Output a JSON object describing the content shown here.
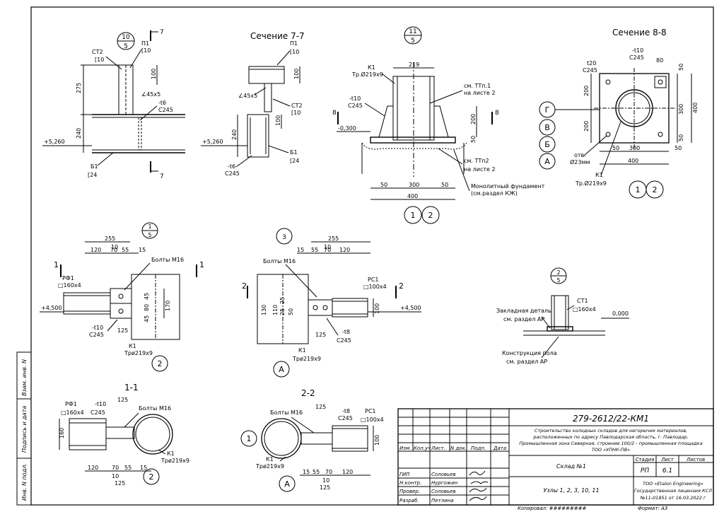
{
  "sections": {
    "s77_title": "Сечение 7-7",
    "s88_title": "Сечение 8-8",
    "s11_title": "1-1",
    "s22_title": "2-2"
  },
  "node10": {
    "num": "10",
    "sheet": "5",
    "ct2": "СТ2",
    "ct2b": "[10",
    "p1": "П1",
    "p1b": "[10",
    "d100": "100",
    "d275": "275",
    "d240": "240",
    "angle": "∠45х5",
    "plate": "-t6",
    "c245": "С245",
    "elev": "+5,260",
    "b1": "Б1",
    "b1b": "[24",
    "cut": "7"
  },
  "s77": {
    "p1": "П1",
    "p1b": "[10",
    "d100": "100",
    "angle": "∠45х5",
    "ct2": "СТ2",
    "ct2b": "[10",
    "d100b": "100",
    "d240": "240",
    "elev": "+5,260",
    "plate": "-t6",
    "c245": "С245",
    "b1": "Б1",
    "b1b": "[24"
  },
  "node11": {
    "num": "11",
    "sheet": "5",
    "k1": "К1",
    "k1b": "Тр.Ø219х9",
    "d219": "219",
    "tt1": "см. ТТп.1",
    "tt1b": "на листе 2",
    "rib": "-t10",
    "c245": "С245",
    "elev": "-0,300",
    "cut": "8",
    "d200": "200",
    "d50": "50",
    "tt2": "см. ТТп2",
    "tt2b": "на листе 2",
    "found": "Монолитный фундамент",
    "foundb": "(см.раздел КЖ)",
    "d50a": "50",
    "d300": "300",
    "d50b": "50",
    "d400": "400",
    "ax1": "1",
    "ax2": "2"
  },
  "s88": {
    "t20": "t20",
    "c245a": "С245",
    "t10": "-t10",
    "c245b": "С245",
    "d80": "80",
    "d50a": "50",
    "d200a": "200",
    "d300": "300",
    "d400": "400",
    "d200b": "200",
    "d50b": "50",
    "axG": "Г",
    "axV": "В",
    "axB": "Б",
    "axA": "А",
    "hole": "отв.",
    "holeb": "Ø23мм",
    "w50": "50",
    "w300": "300",
    "w50b": "50",
    "w400": "400",
    "k1": "К1",
    "k1b": "Тр.Ø219х9",
    "ax1": "1",
    "ax2": "2"
  },
  "node1": {
    "num": "1",
    "sheet": "5",
    "d255": "255",
    "d10": "10",
    "d120": "120",
    "d70": "70",
    "d55": "55",
    "d15": "15",
    "bolts": "Болты М16",
    "cut": "1",
    "rf1": "РФ1",
    "rf1b": "□160х4",
    "d45a": "45",
    "d80": "80",
    "d45b": "45",
    "d170": "170",
    "elev": "+4,500",
    "rib": "-t10",
    "c245": "С245",
    "d125": "125",
    "k1": "К1",
    "k1b": "Трø219х9",
    "ax": "2"
  },
  "node3": {
    "num": "3",
    "d255": "255",
    "d10": "10",
    "d15": "15",
    "d55": "55",
    "d70": "70",
    "d120": "120",
    "bolts": "Болты М16",
    "rc1": "РС1",
    "rc1b": "□100х4",
    "cut": "2",
    "d130": "130",
    "d110": "110",
    "d25a": "25",
    "d25b": "25",
    "d50": "50",
    "d100": "100",
    "elev": "+4,500",
    "d125": "125",
    "rib": "-t8",
    "c245": "С245",
    "k1": "К1",
    "k1b": "Трø219х9",
    "ax": "А"
  },
  "node2": {
    "num": "2",
    "sheet": "5",
    "ct1": "СТ1",
    "ct1b": "□160х4",
    "emb": "Закладная деталь",
    "embb": "см. раздел АР",
    "floor": "Конструкция пола",
    "floorb": "см. раздел АР",
    "elev": "0,000"
  },
  "s11": {
    "rf1": "РФ1",
    "rf1b": "□160х4",
    "rib": "-t10",
    "c245": "С245",
    "d125": "125",
    "bolts": "Болты М16",
    "d160": "160",
    "k1": "К1",
    "k1b": "Трø219х9",
    "d120": "120",
    "d70": "70",
    "d55": "55",
    "d15": "15",
    "d10": "10",
    "d125b": "125",
    "ax": "2"
  },
  "s22": {
    "d125": "125",
    "rib": "-t8",
    "c245": "С245",
    "rc1": "РС1",
    "rc1b": "□100х4",
    "bolts": "Болты М16",
    "d100": "100",
    "ax1": "1",
    "k1": "К1",
    "k1b": "Трø219х9",
    "d15": "15",
    "d55": "55",
    "d70": "70",
    "d120": "120",
    "d10": "10",
    "d125b": "125",
    "ax": "А"
  },
  "stamp": {
    "code": "279-2612/22-КМ1",
    "project1": "Строительство холодных складов для негорючих материалов,",
    "project2": "расположенных по адресу Павлодарская область, г. Павлодар,",
    "project3": "Промышленная зона Северная, строение 100/2 - промышленная площадка",
    "project4": "ТОО «УПНК-ПВ»",
    "cols": [
      "Изм.",
      "Кол.уч.",
      "Лист.",
      "N док.",
      "Подп.",
      "Дата"
    ],
    "building": "Склад №1",
    "stage_h": "Стадия",
    "sheet_h": "Лист",
    "sheets_h": "Листов",
    "stage": "РП",
    "sheet": "6.1",
    "title": "Узлы 1, 2, 3, 10, 11",
    "roles": [
      "ГИП",
      "Н.контр.",
      "Провер.",
      "Разраб."
    ],
    "names": [
      "Соловьев",
      "Нургожин",
      "Соловьев",
      "Петлина"
    ],
    "org1": "ТОО «Etalon Engineering»",
    "org2": "Государственная лицензия КСЛ",
    "org3": "№11-01851 от 16.03.2022 г",
    "copied": "Копировал: #########",
    "format": "Формат: А3"
  },
  "side": [
    "Взам. инв. N",
    "Подпись и дата",
    "Инв. N подл."
  ]
}
